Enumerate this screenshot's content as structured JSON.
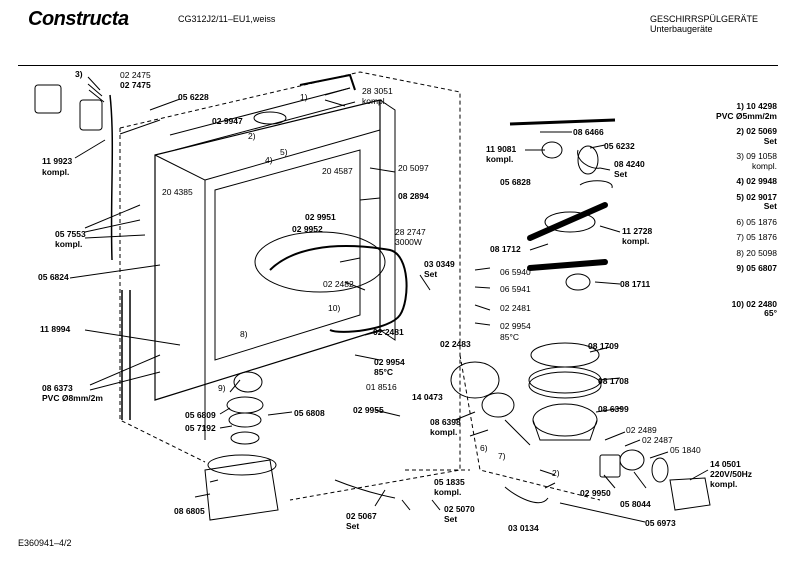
{
  "header": {
    "brand": "Constructa",
    "model": "CG312J2/11–EU1,weiss",
    "category": "GESCHIRRSPÜLGERÄTE",
    "subcategory": "Unterbaugeräte"
  },
  "footer": {
    "doc_id": "E360941–4/2"
  },
  "labels": {
    "l3": "3)",
    "p022475": "02 2475",
    "p027475": "02 7475",
    "p056228": "05 6228",
    "p119923a": "11 9923",
    "kompl1": "kompl.",
    "p029947": "02 9947",
    "n2": "2)",
    "n4": "4)",
    "n5": "5)",
    "n1": "1)",
    "p283051": "28 3051",
    "kompl2": "kompl.",
    "p205097": "20 5097",
    "p204587": "20 4587",
    "p204385": "20 4385",
    "p082894": "08 2894",
    "p029951": "02 9951",
    "p029952": "02 9952",
    "p057553": "05 7553",
    "kompl3": "kompl.",
    "p282747": "28 2747",
    "w3000": "3000W",
    "p056824": "05 6824",
    "p030349": "03 0349",
    "set1": "Set",
    "p022482": "02 2482",
    "n10": "10)",
    "p022481a": "02 2481",
    "p118994": "11 8994",
    "n8": "8)",
    "p029954a": "02 9954",
    "c85a": "85°C",
    "p018516": "01 8516",
    "p022483": "02 2483",
    "p086373": "08 6373",
    "pvc8": "PVC Ø8mm/2m",
    "n9": "9)",
    "p056809": "05 6809",
    "p056808": "05 6808",
    "p057192": "05 7192",
    "p029955": "02 9955",
    "p140473": "14 0473",
    "p086398": "08 6398",
    "kompl4": "kompl.",
    "n6": "6)",
    "n7": "7)",
    "p086466": "08 6466",
    "p056232": "05 6232",
    "p119081": "11 9081",
    "kompl5": "kompl.",
    "p056828": "05 6828",
    "p084240": "08 4240",
    "set2": "Set",
    "p112728": "11 2728",
    "kompl6": "kompl.",
    "p081712": "08 1712",
    "p065940": "06 5940",
    "p081711": "08 1711",
    "p065941": "06 5941",
    "p022481b": "02 2481",
    "p029954b": "02 9954",
    "c85b": "85°C",
    "p081709": "08 1709",
    "p081708": "08 1708",
    "p086399": "08 6399",
    "p022489": "02 2489",
    "p022487": "02 2487",
    "p051840": "05 1840",
    "n2b": "2)",
    "p051835": "05 1835",
    "kompl7": "kompl.",
    "p086805": "08 6805",
    "p025067": "02 5067",
    "set3": "Set",
    "p025070": "02 5070",
    "set4": "Set",
    "p030134": "03 0134",
    "p029950": "02 9950",
    "p058044": "05 8044",
    "p056973": "05 6973",
    "p140501": "14 0501",
    "v220": "220V/50Hz",
    "kompl8": "kompl."
  },
  "legend": [
    {
      "line1": "1) 10 4298",
      "line2": "PVC Ø5mm/2m",
      "bold": true
    },
    {
      "line1": "2) 02 5069",
      "line2": "Set",
      "bold": true
    },
    {
      "line1": "3)  09 1058",
      "line2": "kompl.",
      "bold": false
    },
    {
      "line1": "4) 02 9948",
      "line2": "",
      "bold": true
    },
    {
      "line1": "5) 02 9017",
      "line2": "Set",
      "bold": true
    },
    {
      "line1": "6)  05 1876",
      "line2": "",
      "bold": false
    },
    {
      "line1": "7)  05 1876",
      "line2": "",
      "bold": false
    },
    {
      "line1": "8)  20 5098",
      "line2": "",
      "bold": false
    },
    {
      "line1": "9) 05 6807",
      "line2": "",
      "bold": true
    },
    {
      "line1": "10) 02 2480",
      "line2": "65°",
      "bold": false
    }
  ]
}
